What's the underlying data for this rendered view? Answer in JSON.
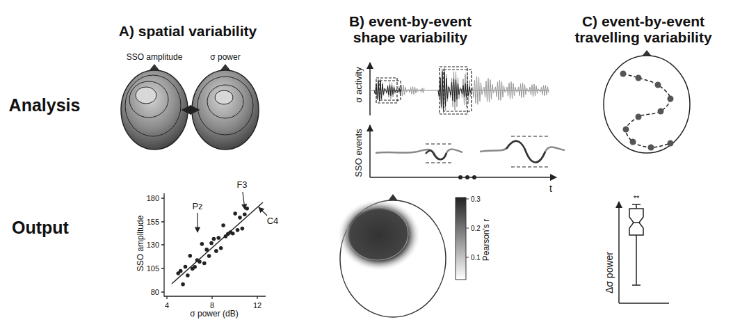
{
  "diagram": {
    "labels": [
      "A) spatial variability",
      "B) event-by-event shape variability",
      "C) event-by-event travelling variability",
      "Analysis",
      "Output",
      "SSO amplitude",
      "σ power",
      "σ activity",
      "SSO events",
      "t",
      "SSO amplitude",
      "σ power (dB)",
      "180",
      "155",
      "130",
      "105",
      "80",
      "4",
      "8",
      "12",
      "Pz",
      "F3",
      "C4",
      "Pearson's r",
      "0.3",
      "0.2",
      "0.1",
      "Δσ power",
      "**"
    ]
  }
}
